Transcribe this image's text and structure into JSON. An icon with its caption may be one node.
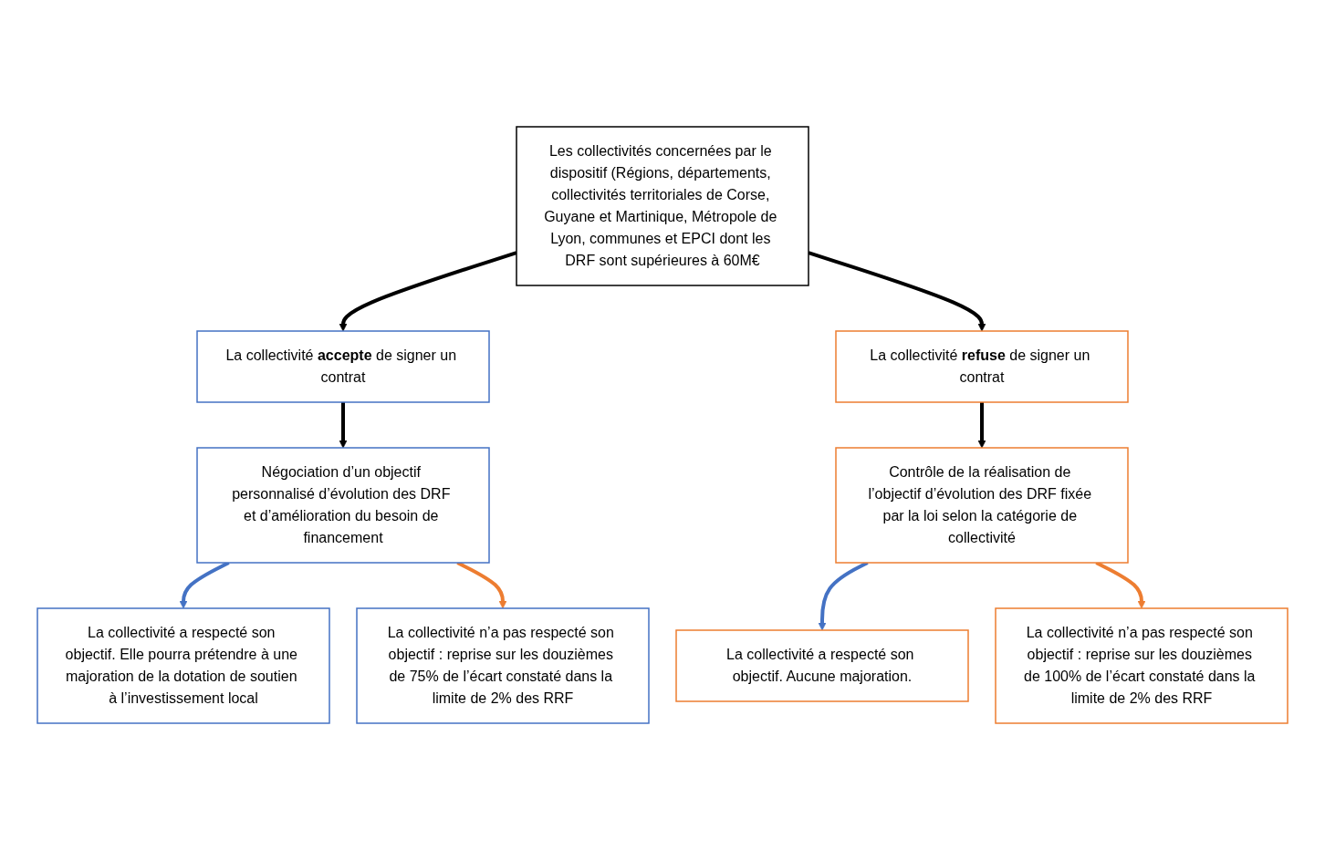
{
  "diagram": {
    "nodes": [
      {
        "text": [
          "Les collectivités concernées par le dispositif (Régions, départements, collectivités territoriales de Corse, Guyane et Martinique, Métropole de Lyon, communes et EPCI dont les DRF sont supérieures à 60M€"
        ]
      },
      {
        "text": [
          "La collectivité **accepte** de signer un contrat"
        ]
      },
      {
        "text": [
          "La collectivité **refuse** de signer un contrat"
        ]
      },
      {
        "text": [
          "Négociation d’un objectif personnalisé d’évolution des DRF et d’amélioration du besoin de financement"
        ]
      },
      {
        "text": [
          "Contrôle de la réalisation de l’objectif d’évolution des DRF fixée par la loi selon la catégorie de collectivité"
        ]
      },
      {
        "text": [
          "La collectivité a respecté son objectif. Elle pourra prétendre à une majoration de la dotation de soutien à l’investissement local"
        ]
      },
      {
        "text": [
          "La collectivité n’a pas respecté son objectif : reprise sur les douzièmes de 75% de l’écart constaté dans la limite de 2% des RRF"
        ]
      },
      {
        "text": [
          "La collectivité a respecté son objectif. Aucune majoration."
        ]
      },
      {
        "text": [
          "La collectivité n’a pas respecté son objectif : reprise sur les douzièmes de 100% de l’écart constaté dans la limite de 2% des RRF"
        ]
      }
    ],
    "edges": [
      {
        "from": 0,
        "to": 1,
        "arrow": "to"
      },
      {
        "from": 0,
        "to": 2,
        "arrow": "to"
      },
      {
        "from": 1,
        "to": 3,
        "arrow": "to"
      },
      {
        "from": 2,
        "to": 4,
        "arrow": "to"
      },
      {
        "from": 3,
        "to": 5,
        "arrow": "to",
        "color": "#4472c4"
      },
      {
        "from": 3,
        "to": 6,
        "arrow": "to",
        "color": "#ed7d31"
      },
      {
        "from": 4,
        "to": 7,
        "arrow": "to",
        "color": "#4472c4"
      },
      {
        "from": 4,
        "to": 8,
        "arrow": "to",
        "color": "#ed7d31"
      }
    ]
  }
}
